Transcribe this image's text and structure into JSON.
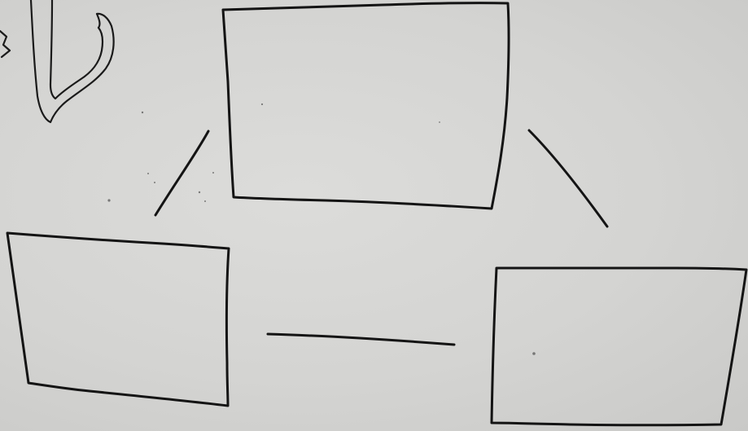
{
  "diagram": {
    "boxes": [
      {
        "id": "box-top"
      },
      {
        "id": "box-bottom-left"
      },
      {
        "id": "box-bottom-right"
      }
    ],
    "connectors": [
      {
        "from": "box-top",
        "to": "box-bottom-left"
      },
      {
        "from": "box-top",
        "to": "box-bottom-right"
      },
      {
        "from": "box-bottom-left",
        "to": "box-bottom-right"
      }
    ]
  }
}
